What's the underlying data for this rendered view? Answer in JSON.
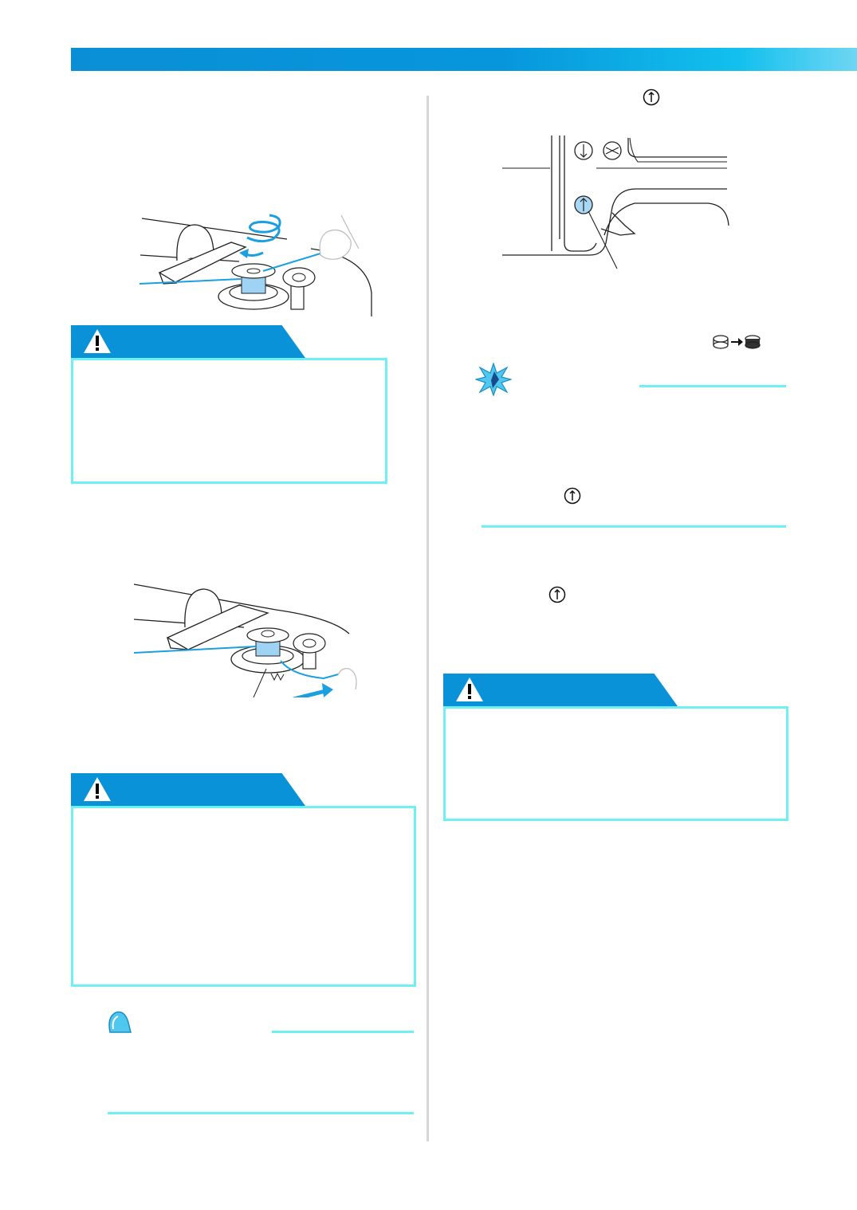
{
  "header": {
    "band_color": "#0a8fd6"
  },
  "colors": {
    "accent": "#0a92d8",
    "warning_border": "#6ff0f3",
    "thread": "#1a9fe0",
    "rule": "#6ff0f3",
    "divider": "#d6d6d6"
  },
  "left_column": {
    "figure1": {
      "icon": "bobbin-winding-illustration"
    },
    "caution1": {
      "icon": "warning-triangle-icon"
    },
    "figure2": {
      "icon": "bobbin-cutter-illustration"
    },
    "caution2": {
      "icon": "warning-triangle-icon"
    },
    "memo": {
      "icon": "memo-bell-icon"
    }
  },
  "right_column": {
    "step_icon": "needle-position-button-icon",
    "panel_figure": {
      "icon": "needle-position-panel-illustration"
    },
    "bobbin_indicator_icon": "bobbin-to-full-icon",
    "note": {
      "icon": "note-star-icon",
      "inline_icon": "needle-position-button-icon"
    },
    "step_icon_2": "needle-position-button-icon",
    "caution3": {
      "icon": "warning-triangle-icon"
    }
  }
}
